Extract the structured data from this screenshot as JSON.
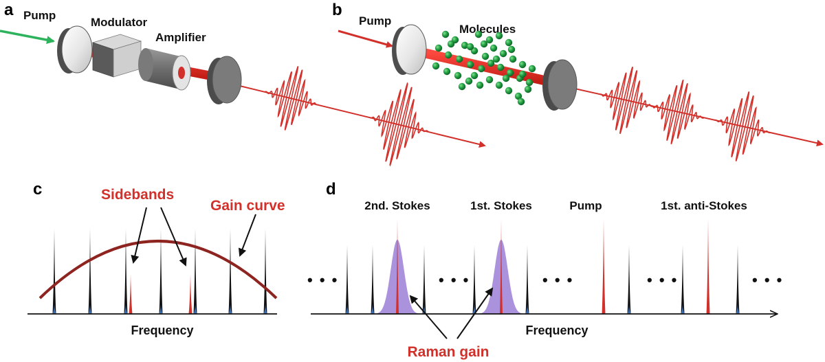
{
  "panels": {
    "a": {
      "letter": "a",
      "labels": {
        "pump": "Pump",
        "modulator": "Modulator",
        "amplifier": "Amplifier"
      }
    },
    "b": {
      "letter": "b",
      "labels": {
        "pump": "Pump",
        "molecules": "Molecules"
      }
    },
    "c": {
      "letter": "c",
      "sidebands_label": "Sidebands",
      "gain_curve_label": "Gain curve",
      "xlabel": "Frequency"
    },
    "d": {
      "letter": "d",
      "line_labels": [
        "2nd. Stokes",
        "1st. Stokes",
        "Pump",
        "1st. anti-Stokes"
      ],
      "ellipsis": "• • •",
      "raman_gain_label": "Raman gain",
      "xlabel": "Frequency"
    }
  },
  "colors": {
    "laser_red": "#d2302a",
    "pump_green": "#2db35b",
    "gain_curve": "#8e2420",
    "raman_gain_fill": "#9b7fd6",
    "molecule_green": "#1f8a3a",
    "comb_line_black": "#111111",
    "comb_line_blue": "#3b6fb5"
  }
}
